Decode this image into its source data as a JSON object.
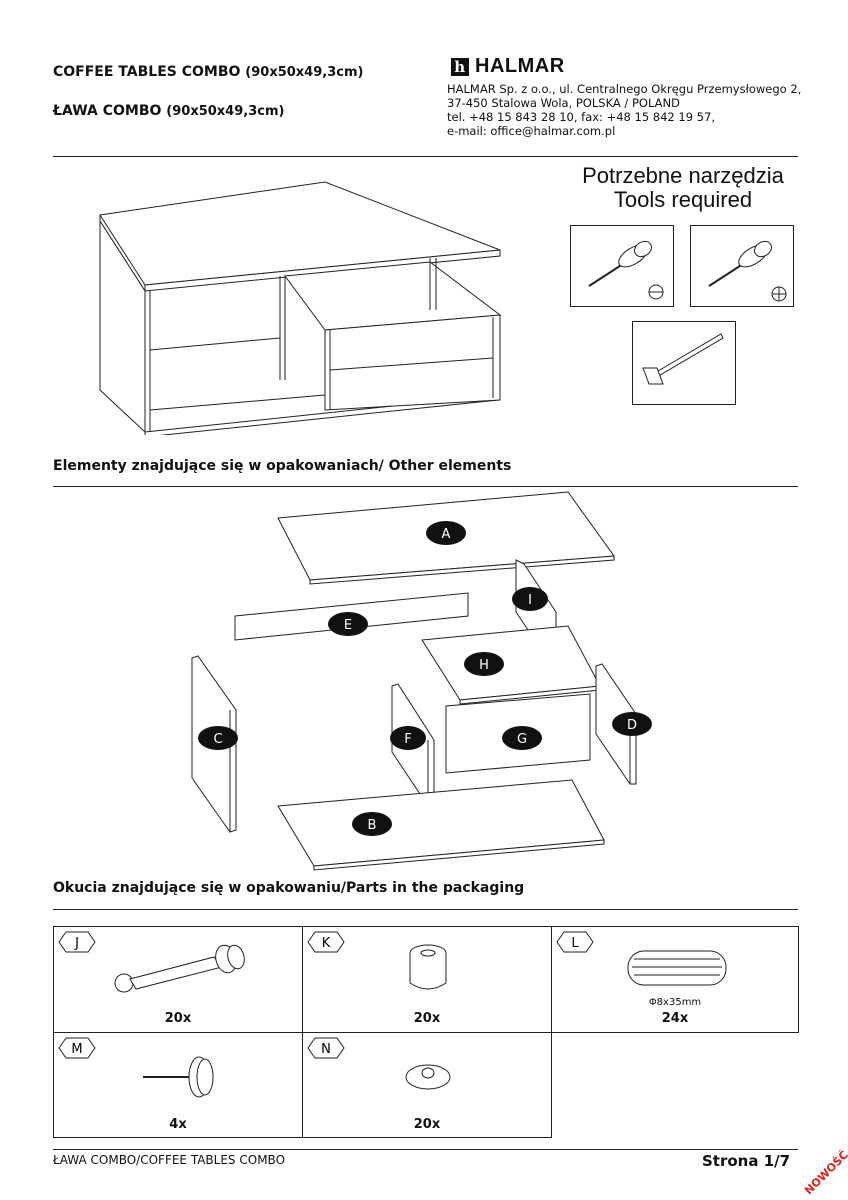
{
  "header": {
    "title_en": "COFFEE TABLES COMBO",
    "title_en_dims": "(90x50x49,3cm)",
    "title_pl": "ŁAWA COMBO",
    "title_pl_dims": "(90x50x49,3cm)",
    "brand": "HALMAR",
    "brand_icon": "h-logo-icon",
    "address_line1": "HALMAR Sp. z o.o., ul. Centralnego Okręgu Przemysłowego 2,",
    "address_line2": "37-450 Stalowa Wola, POLSKA / POLAND",
    "address_line3": "tel. +48 15 843 28 10, fax: +48 15 842 19 57,",
    "address_line4": "e-mail: office@halmar.com.pl"
  },
  "tools": {
    "title_pl": "Potrzebne narzędzia",
    "title_en": "Tools required",
    "items": [
      "flat-screwdriver-icon",
      "phillips-screwdriver-icon",
      "hammer-icon"
    ]
  },
  "elements_section": {
    "heading_pl": "Elementy znajdujące się w opakowaniach/ ",
    "heading_en": "Other elements",
    "labels": {
      "A": "A",
      "B": "B",
      "C": "C",
      "D": "D",
      "E": "E",
      "F": "F",
      "G": "G",
      "H": "H",
      "I": "I"
    }
  },
  "parts_section": {
    "heading_pl": "Okucia znajdujące się w opakowaniu/",
    "heading_en": "Parts in the packaging",
    "parts": [
      {
        "tag": "J",
        "qty": "20x"
      },
      {
        "tag": "K",
        "qty": "20x"
      },
      {
        "tag": "L",
        "qty": "24x",
        "dim": "Φ8x35mm"
      },
      {
        "tag": "M",
        "qty": "4x"
      },
      {
        "tag": "N",
        "qty": "20x"
      }
    ]
  },
  "footer": {
    "left": "ŁAWA COMBO/COFFEE TABLES COMBO",
    "page": "Strona 1/7",
    "badge": "NOWOŚĆ"
  }
}
